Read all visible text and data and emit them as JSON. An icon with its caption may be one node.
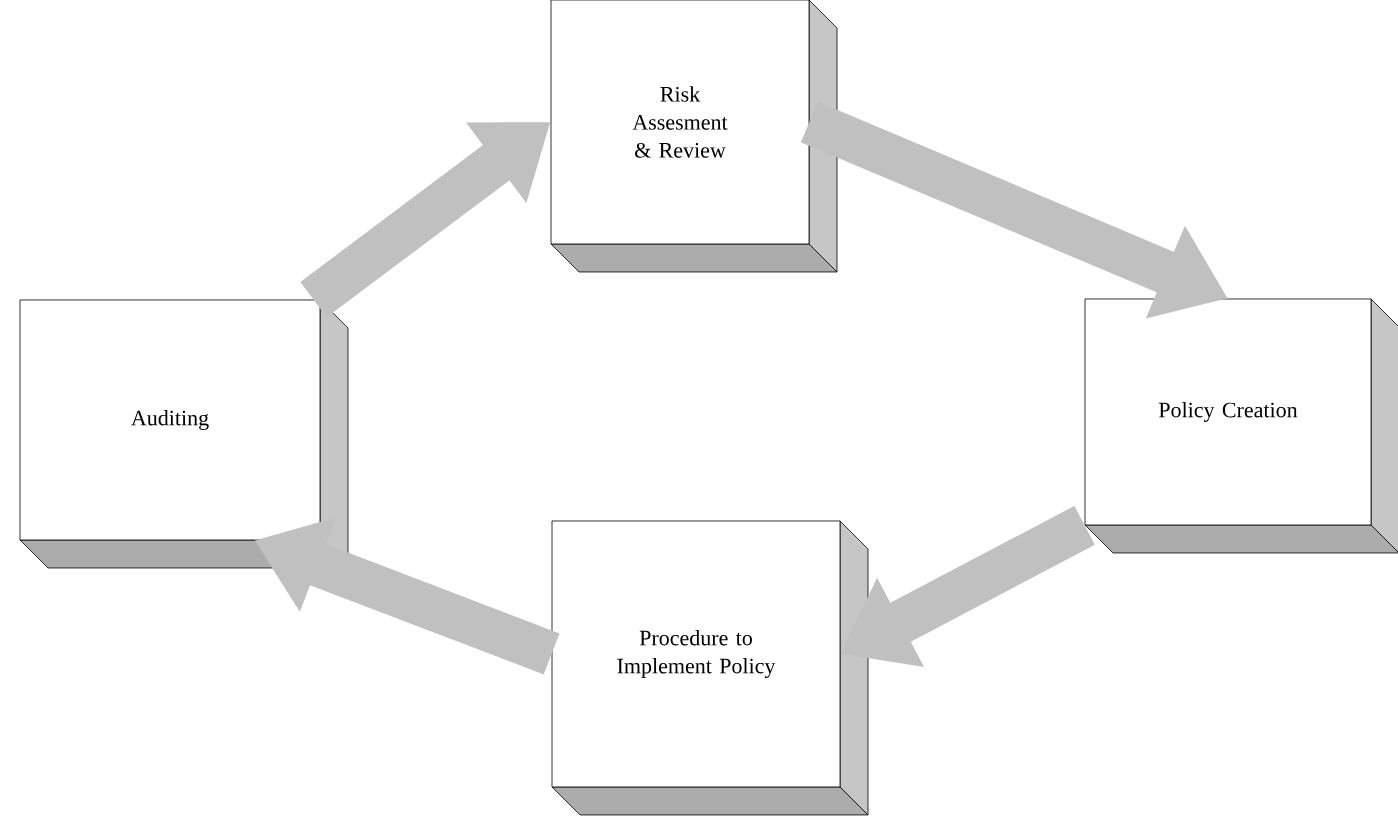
{
  "diagram": {
    "nodes": [
      {
        "text": [
          "Auditing"
        ]
      },
      {
        "text": [
          "Risk Assesment & Review"
        ]
      },
      {
        "text": [
          "Policy Creation"
        ]
      },
      {
        "text": [
          "Procedure to Implement Policy"
        ]
      }
    ],
    "edges": [
      {
        "from": 0,
        "to": 1,
        "arrow": "to"
      },
      {
        "from": 1,
        "to": 2,
        "arrow": "to"
      },
      {
        "from": 2,
        "to": 3,
        "arrow": "to"
      },
      {
        "from": 3,
        "to": 0,
        "arrow": "to"
      }
    ]
  }
}
